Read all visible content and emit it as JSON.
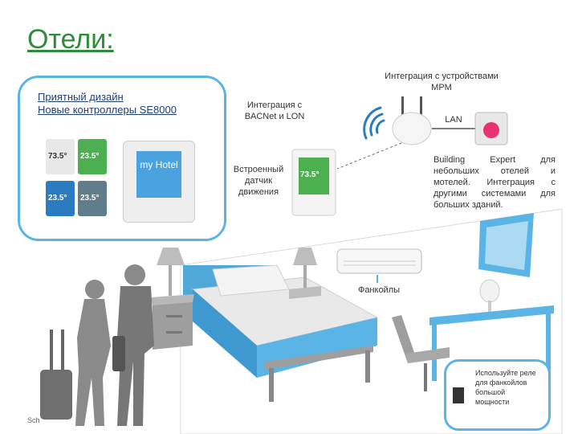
{
  "title": "Отели:",
  "feature_box": {
    "line1": "Приятный дизайн",
    "line2": "Новые контроллеры SE8000",
    "thermostat_text": "my Hotel",
    "tiles": [
      {
        "temp": "73.5°",
        "color": "#e8e8e8"
      },
      {
        "temp": "23.5°",
        "color": "#4caf50"
      },
      {
        "temp": "23.5°",
        "color": "#2b7bc0"
      },
      {
        "temp": "23.5°",
        "color": "#607d8b"
      }
    ]
  },
  "integration_mpm": "Интеграция с устройствами MPM",
  "integration_bacnet": "Интеграция с BACNet и LON",
  "lan_label": "LAN",
  "motion_sensor": "Встроенный датчик движения",
  "building_text": "Building Expert для небольших отелей и мотелей. Интеграция с другими системами для больших зданий.",
  "wall_thermostat_temp": "73.5°",
  "fancoils_label": "Фанкойлы",
  "callout_text": "Используйте реле для фанкойлов большой мощности",
  "footer_text": "Sch"
}
